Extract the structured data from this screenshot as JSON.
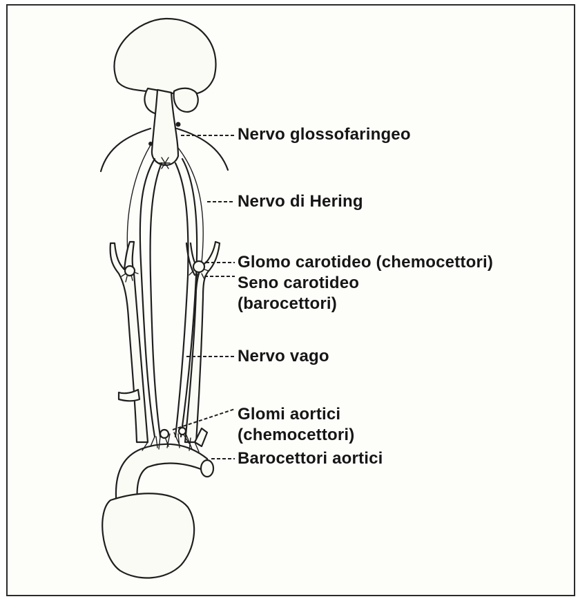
{
  "labels": {
    "glossopharyngeal": "Nervo glossofaringeo",
    "hering": "Nervo di Hering",
    "carotid_body_line1": "Glomo carotideo (chemocettori)",
    "carotid_sinus_line1": "Seno carotideo",
    "carotid_sinus_line2": "(barocettori)",
    "vagus": "Nervo vago",
    "aortic_bodies_line1": "Glomi aortici",
    "aortic_bodies_line2": "(chemocettori)",
    "aortic_baroreceptors": "Barocettori aortici"
  }
}
